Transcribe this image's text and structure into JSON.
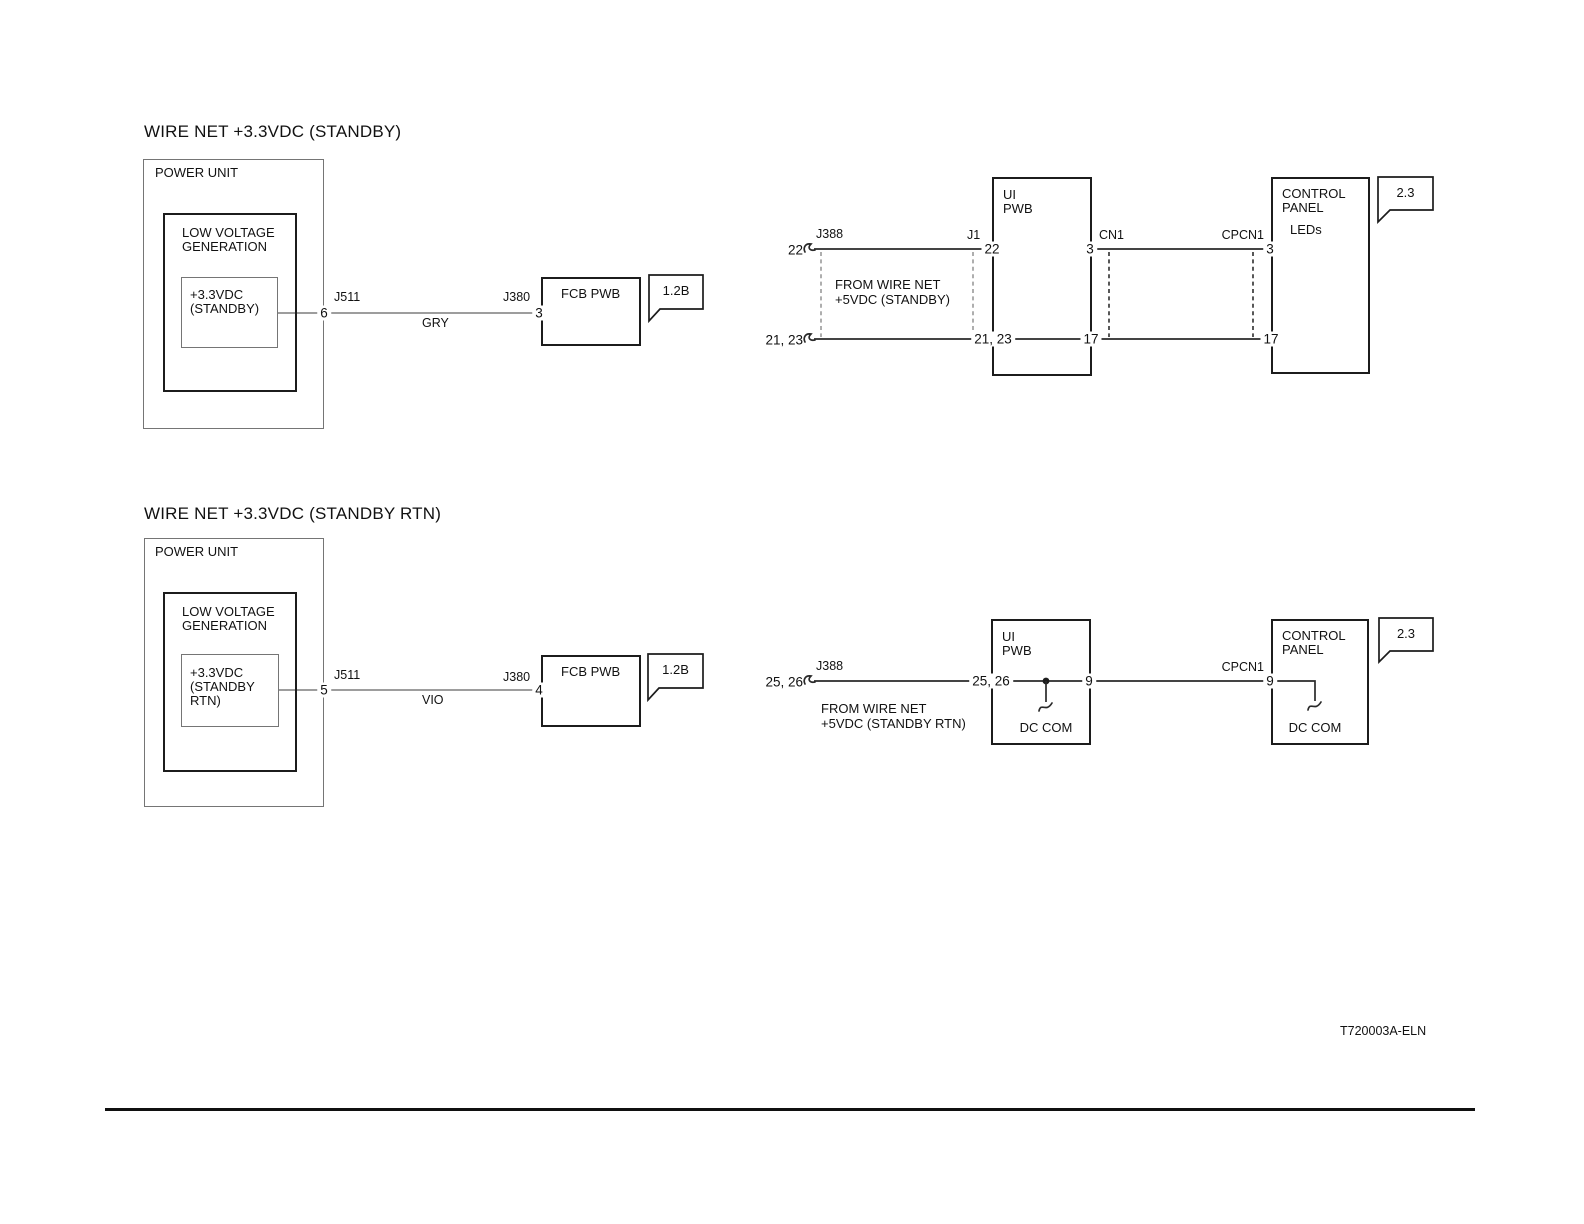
{
  "d1": {
    "title": "WIRE NET +3.3VDC (STANDBY)",
    "power_unit": "POWER UNIT",
    "lvg1": "LOW VOLTAGE",
    "lvg2": "GENERATION",
    "src1": "+3.3VDC",
    "src2": "(STANDBY)",
    "j511": "J511",
    "pin_j511": "6",
    "wire_color": "GRY",
    "j380": "J380",
    "pin_j380": "3",
    "fcb": "FCB PWB",
    "callout_fcb": "1.2B",
    "j388": "J388",
    "pin_j388_top": "22",
    "pin_j388_bot": "21, 23",
    "note1": "FROM WIRE NET",
    "note2": "+5VDC (STANDBY)",
    "j1": "J1",
    "pin_j1_top": "22",
    "pin_j1_bot": "21, 23",
    "ui1": "UI",
    "ui2": "PWB",
    "cn1": "CN1",
    "pin_cn1_top": "3",
    "pin_cn1_bot": "17",
    "cpcn1": "CPCN1",
    "pin_cpcn1_top": "3",
    "pin_cpcn1_bot": "17",
    "cp1": "CONTROL",
    "cp2": "PANEL",
    "leds": "LEDs",
    "callout_cp": "2.3"
  },
  "d2": {
    "title": "WIRE NET +3.3VDC (STANDBY RTN)",
    "power_unit": "POWER UNIT",
    "lvg1": "LOW VOLTAGE",
    "lvg2": "GENERATION",
    "src1": "+3.3VDC",
    "src2": "(STANDBY",
    "src3": "RTN)",
    "j511": "J511",
    "pin_j511": "5",
    "wire_color": "VIO",
    "j380": "J380",
    "pin_j380": "4",
    "fcb": "FCB PWB",
    "callout_fcb": "1.2B",
    "j388": "J388",
    "pin_j388": "25, 26",
    "note1": "FROM WIRE NET",
    "note2": "+5VDC (STANDBY RTN)",
    "pin_ui_left": "25, 26",
    "pin_ui_right": "9",
    "ui1": "UI",
    "ui2": "PWB",
    "ui_dccom": "DC COM",
    "cpcn1": "CPCN1",
    "pin_cpcn1": "9",
    "cp1": "CONTROL",
    "cp2": "PANEL",
    "cp_dccom": "DC COM",
    "callout_cp": "2.3"
  },
  "footer": {
    "code": "T720003A-ELN"
  }
}
